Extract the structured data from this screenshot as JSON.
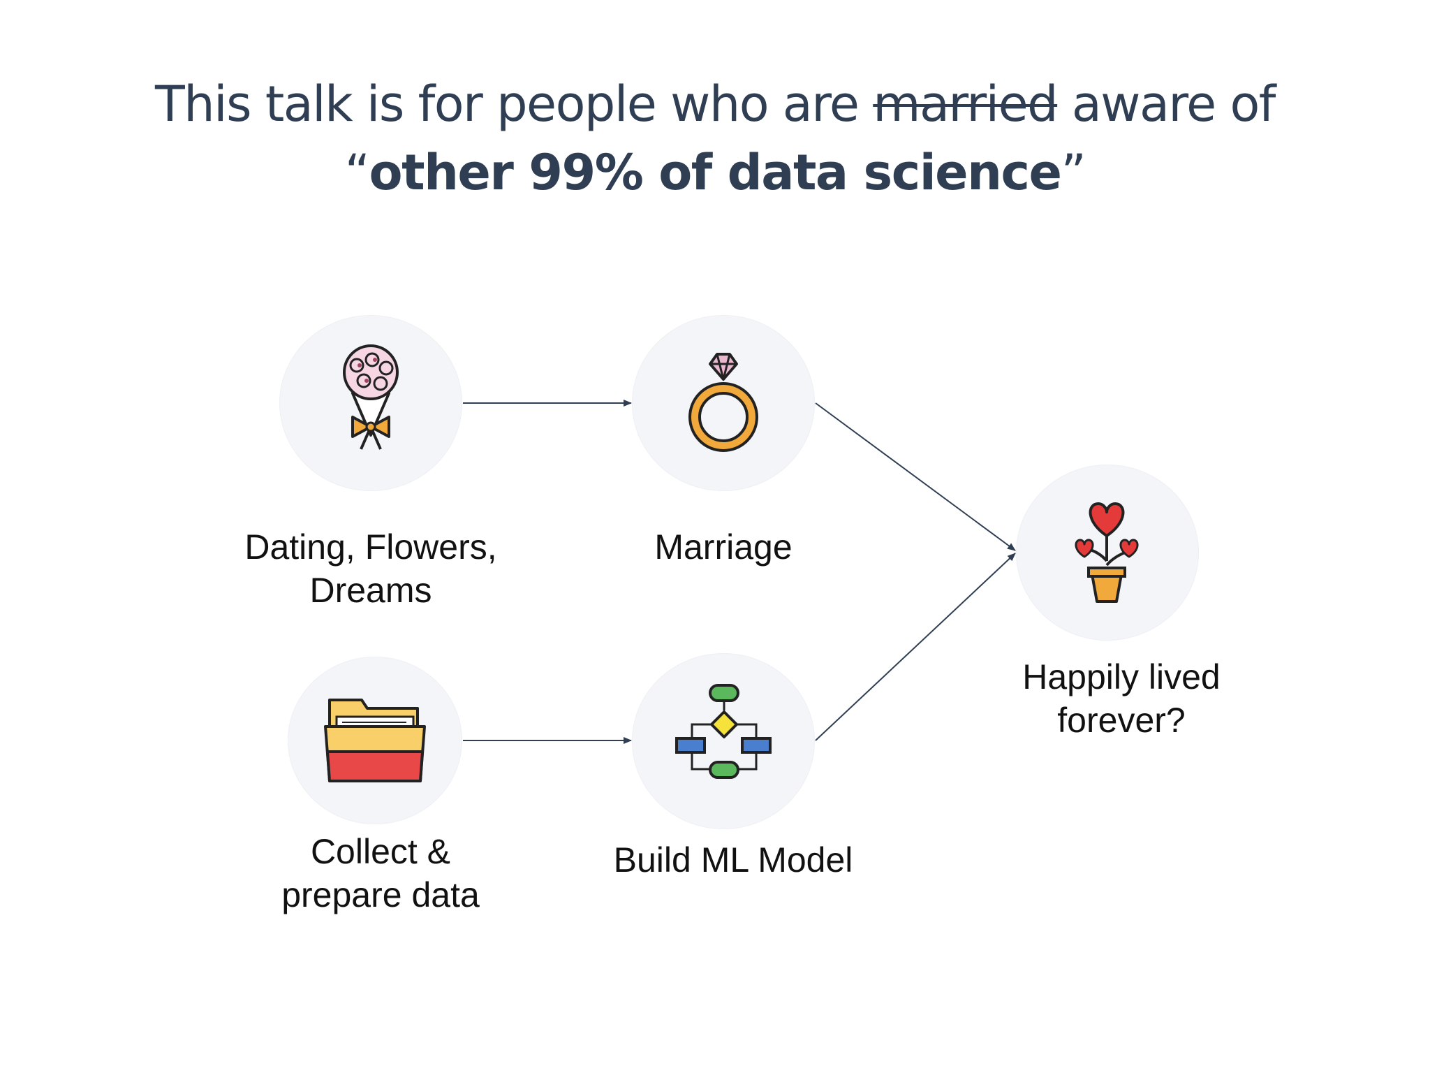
{
  "title": {
    "line1_before": "This talk is for people who are ",
    "line1_struck": "married",
    "line1_after": " aware of",
    "line2_open_quote": "“",
    "line2_bold": "other 99% of data science",
    "line2_close_quote": "”"
  },
  "nodes": {
    "dating": {
      "label_line1": "Dating, Flowers,",
      "label_line2": "Dreams",
      "icon": "bouquet-icon"
    },
    "marriage": {
      "label_line1": "Marriage",
      "icon": "ring-icon"
    },
    "happily": {
      "label_line1": "Happily lived",
      "label_line2": "forever?",
      "icon": "heart-plant-icon"
    },
    "collect": {
      "label_line1": "Collect &",
      "label_line2": "prepare data",
      "icon": "folder-icon"
    },
    "build": {
      "label_line1": "Build ML Model",
      "icon": "flowchart-icon"
    }
  },
  "colors": {
    "title": "#2f3e52",
    "circle": "#f4f5f8",
    "arrow": "#2f3e52"
  }
}
